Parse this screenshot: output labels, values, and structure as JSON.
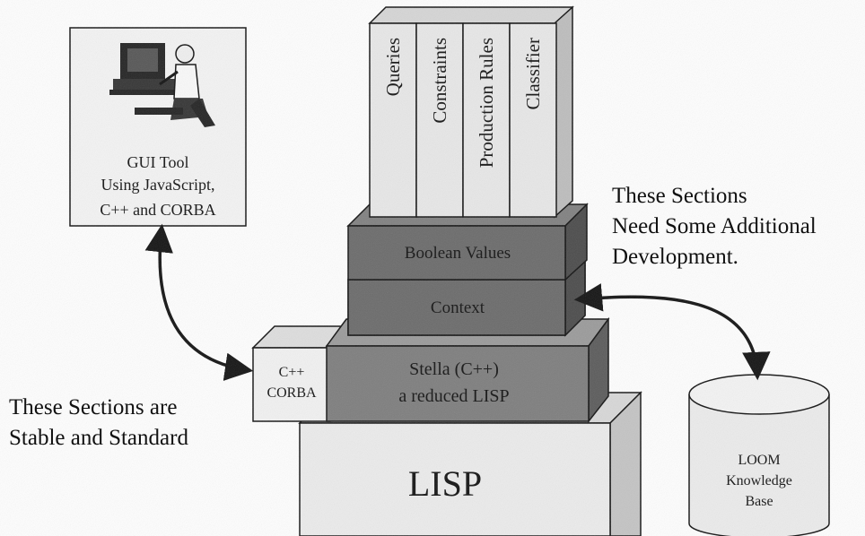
{
  "gui_tool": {
    "line1": "GUI Tool",
    "line2": "Using JavaScript,",
    "line3": "C++ and CORBA",
    "icon": "person-at-computer-icon"
  },
  "columns": [
    "Queries",
    "Constraints",
    "Production Rules",
    "Classifier"
  ],
  "layers": {
    "boolean_values": "Boolean Values",
    "context": "Context",
    "stella_line1": "Stella (C++)",
    "stella_line2": "a reduced LISP",
    "cpp_line1": "C++",
    "cpp_line2": "CORBA",
    "lisp": "LISP"
  },
  "knowledge_base": {
    "line1": "LOOM",
    "line2": "Knowledge",
    "line3": "Base"
  },
  "notes": {
    "development_line1": "These Sections",
    "development_line2": "Need Some Additional",
    "development_line3": "Development.",
    "stable_line1": "These Sections are",
    "stable_line2": "Stable and Standard"
  },
  "colors": {
    "light_box": "#e6e6e6",
    "light_side": "#cfcfcf",
    "dark_box": "#6a6a6a",
    "dark_side": "#4a4a4a",
    "mid_box": "#7d7d7d",
    "mid_side": "#5e5e5e",
    "outline": "#111111"
  }
}
